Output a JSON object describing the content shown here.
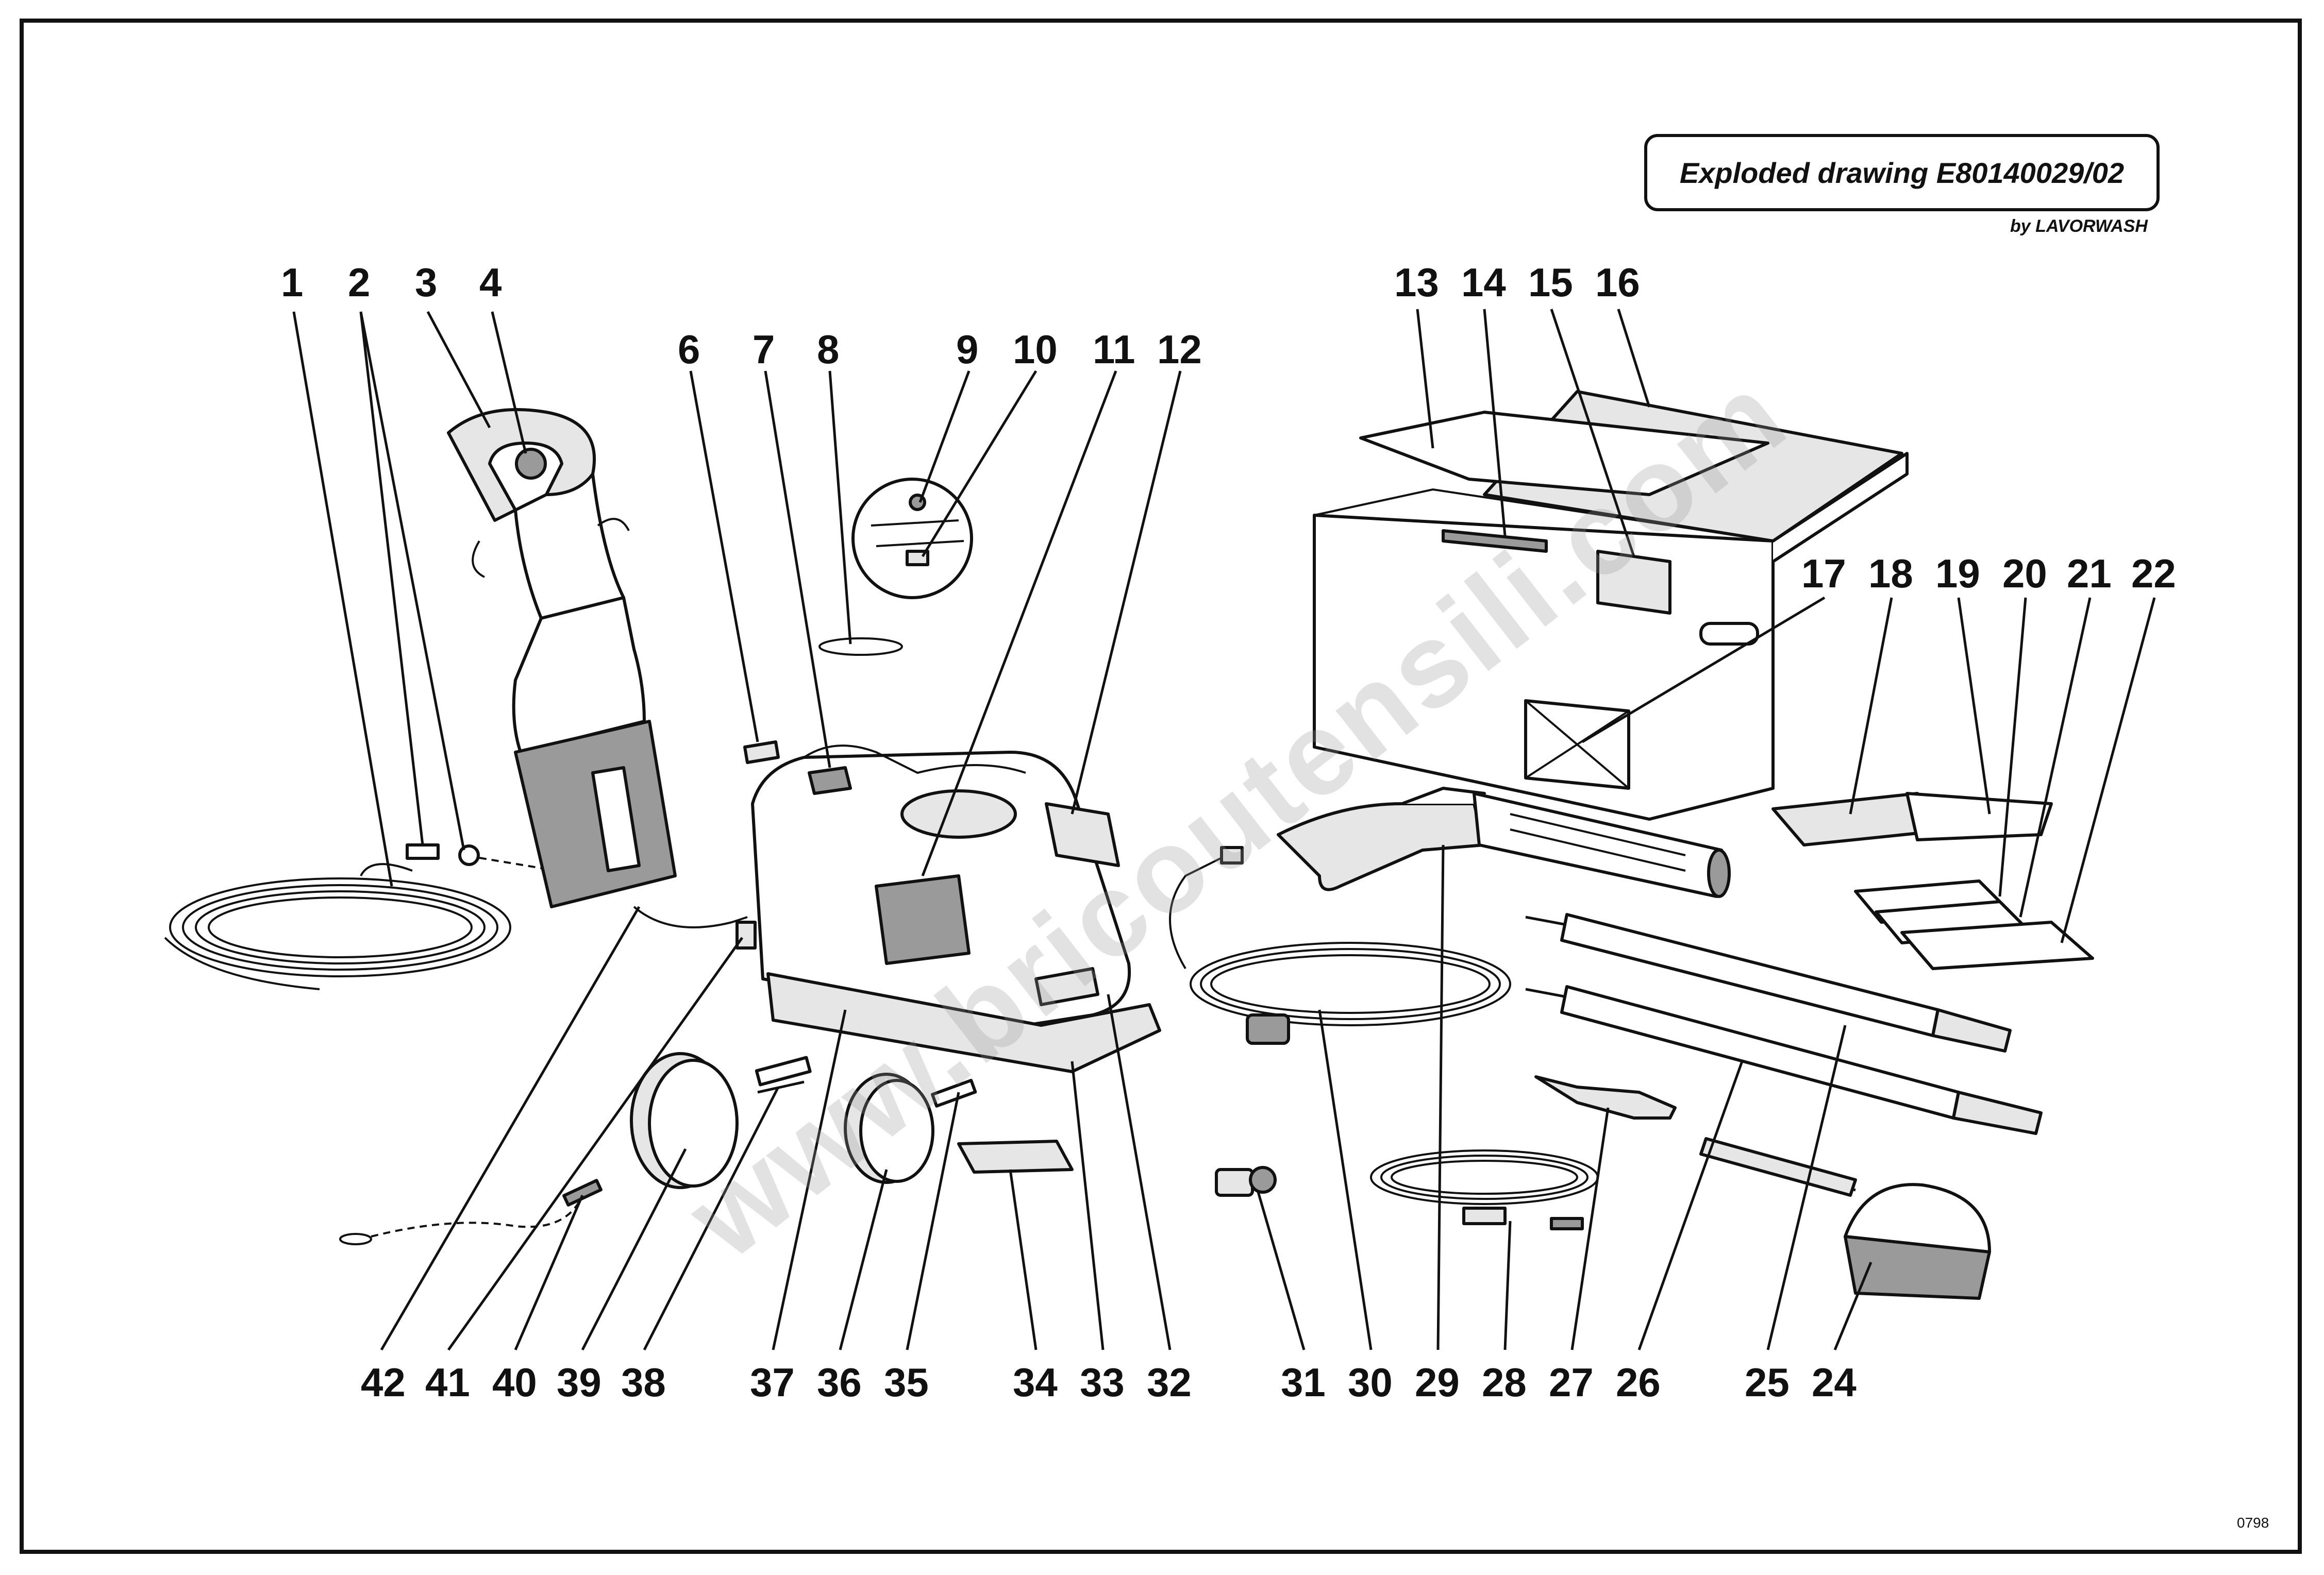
{
  "title": "Exploded drawing E80140029/02",
  "byline": "by LAVORWASH",
  "sheet_code": "0798",
  "watermark": "www.bricoutensili.com",
  "callouts": [
    {
      "id": "1",
      "text": "1"
    },
    {
      "id": "2",
      "text": "2"
    },
    {
      "id": "3",
      "text": "3"
    },
    {
      "id": "4",
      "text": "4"
    },
    {
      "id": "6",
      "text": "6"
    },
    {
      "id": "7",
      "text": "7"
    },
    {
      "id": "8",
      "text": "8"
    },
    {
      "id": "9",
      "text": "9"
    },
    {
      "id": "10",
      "text": "10"
    },
    {
      "id": "11",
      "text": "11"
    },
    {
      "id": "12",
      "text": "12"
    },
    {
      "id": "13",
      "text": "13"
    },
    {
      "id": "14",
      "text": "14"
    },
    {
      "id": "15",
      "text": "15"
    },
    {
      "id": "16",
      "text": "16"
    },
    {
      "id": "17",
      "text": "17"
    },
    {
      "id": "18",
      "text": "18"
    },
    {
      "id": "19",
      "text": "19"
    },
    {
      "id": "20",
      "text": "20"
    },
    {
      "id": "21",
      "text": "21"
    },
    {
      "id": "22",
      "text": "22"
    },
    {
      "id": "24",
      "text": "24"
    },
    {
      "id": "25",
      "text": "25"
    },
    {
      "id": "26",
      "text": "26"
    },
    {
      "id": "27",
      "text": "27"
    },
    {
      "id": "28",
      "text": "28"
    },
    {
      "id": "29",
      "text": "29"
    },
    {
      "id": "30",
      "text": "30"
    },
    {
      "id": "31",
      "text": "31"
    },
    {
      "id": "32",
      "text": "32"
    },
    {
      "id": "33",
      "text": "33"
    },
    {
      "id": "34",
      "text": "34"
    },
    {
      "id": "35",
      "text": "35"
    },
    {
      "id": "36",
      "text": "36"
    },
    {
      "id": "37",
      "text": "37"
    },
    {
      "id": "38",
      "text": "38"
    },
    {
      "id": "39",
      "text": "39"
    },
    {
      "id": "40",
      "text": "40"
    },
    {
      "id": "41",
      "text": "41"
    },
    {
      "id": "42",
      "text": "42"
    }
  ]
}
